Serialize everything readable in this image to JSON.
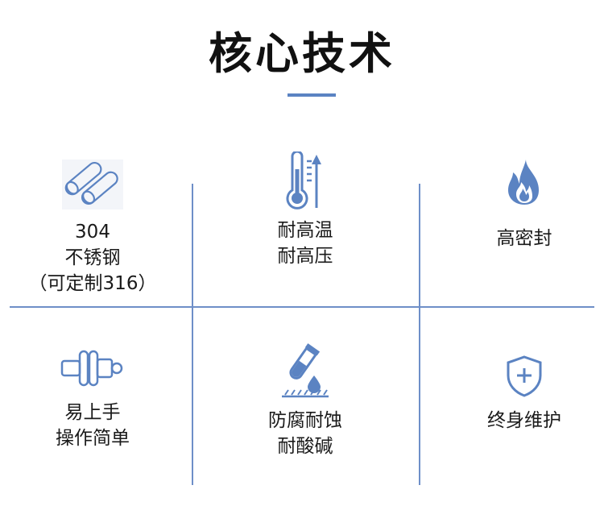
{
  "page": {
    "title": "核心技术"
  },
  "features": [
    {
      "icon": "steel-rods-icon",
      "lines": [
        "304",
        "不锈钢",
        "（可定制316）"
      ]
    },
    {
      "icon": "thermometer-icon",
      "lines": [
        "耐高温",
        "耐高压"
      ]
    },
    {
      "icon": "flame-icon",
      "lines": [
        "高密封"
      ]
    },
    {
      "icon": "pump-coupling-icon",
      "lines": [
        "易上手",
        "操作简单"
      ]
    },
    {
      "icon": "chemical-tube-icon",
      "lines": [
        "防腐耐蚀",
        "耐酸碱"
      ]
    },
    {
      "icon": "shield-plus-icon",
      "lines": [
        "终身维护"
      ]
    }
  ],
  "colors": {
    "accent": "#5b83c2",
    "grid": "#6e8fc8",
    "icon_fill": "#5b83c2",
    "text": "#1a1a1a"
  }
}
